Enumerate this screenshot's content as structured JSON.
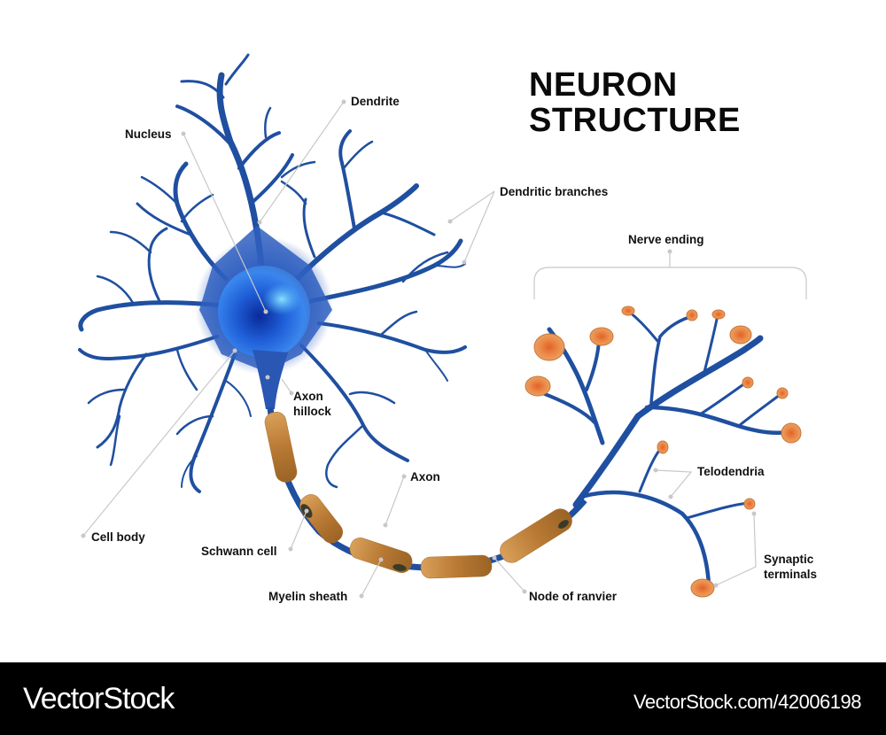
{
  "title": {
    "line1": "NEURON",
    "line2": "STRUCTURE"
  },
  "labels": {
    "dendrite": "Dendrite",
    "nucleus": "Nucleus",
    "dendritic_branches": "Dendritic branches",
    "nerve_ending": "Nerve ending",
    "axon_hillock_line1": "Axon",
    "axon_hillock_line2": "hillock",
    "axon": "Axon",
    "telodendria": "Telodendria",
    "cell_body": "Cell body",
    "schwann_cell": "Schwann cell",
    "synaptic_terminals_line1": "Synaptic",
    "synaptic_terminals_line2": "terminals",
    "myelin_sheath": "Myelin sheath",
    "node_of_ranvier": "Node of ranvier"
  },
  "colors": {
    "dendrite_blue": "#1f4fa0",
    "soma_blue": "#2a6fe0",
    "myelin_brown": "#b77a32",
    "terminal_orange": "#e8904a",
    "leader_line": "#c8c8c8"
  },
  "footer": {
    "brand": "VectorStock",
    "url": "VectorStock.com/42006198"
  }
}
